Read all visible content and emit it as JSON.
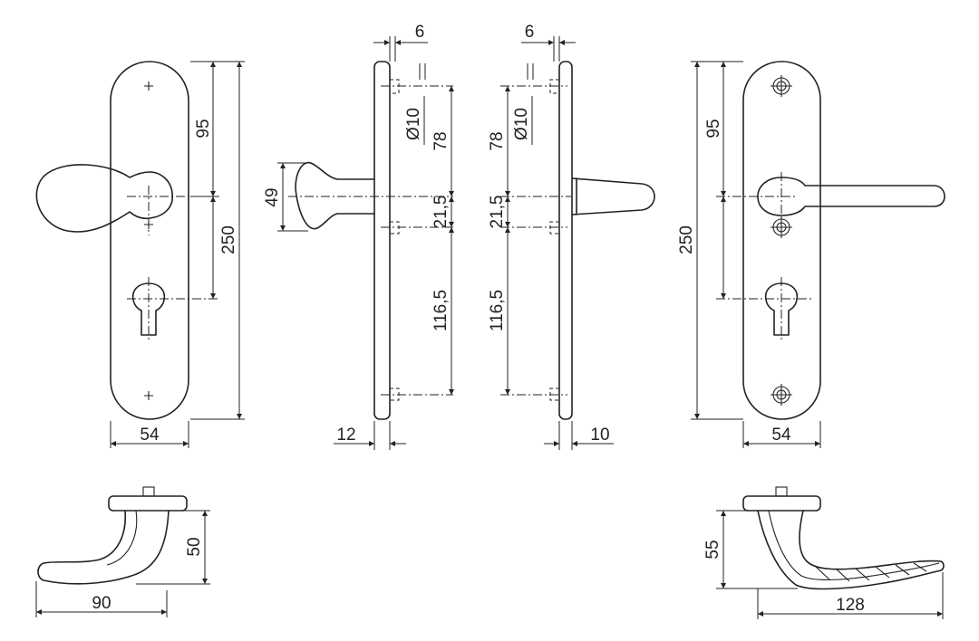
{
  "dimensions": {
    "front_left_spacing": "95",
    "front_left_height": "250",
    "front_left_width": "54",
    "side_left_offset": "6",
    "side_left_hole": "Ø10",
    "side_left_upper": "78",
    "side_left_mid": "21,5",
    "side_left_lower": "116,5",
    "side_left_knob": "49",
    "side_left_thickness": "12",
    "side_right_offset": "6",
    "side_right_hole": "Ø10",
    "side_right_upper": "78",
    "side_right_mid": "21,5",
    "side_right_lower": "116,5",
    "side_right_thickness": "10",
    "front_right_spacing": "95",
    "front_right_height": "250",
    "front_right_width": "54",
    "top_left_height": "50",
    "top_left_length": "90",
    "top_right_height": "55",
    "top_right_length": "128"
  }
}
